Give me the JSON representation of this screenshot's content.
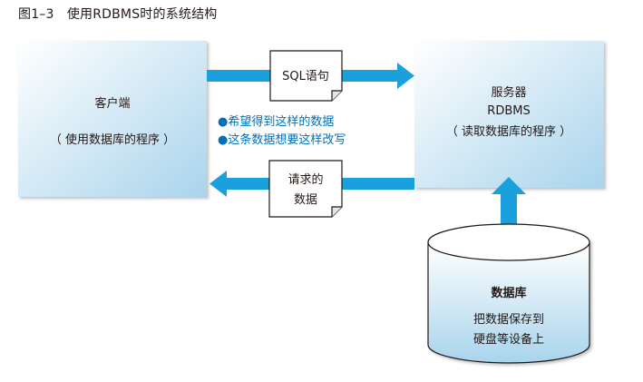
{
  "figure": {
    "title": "图1–3　使用RDBMS时的系统结构"
  },
  "client": {
    "name": "客户端",
    "description": "（ 使用数据库的程序 ）"
  },
  "server": {
    "name": "服务器",
    "software": "RDBMS",
    "description": "（ 读取数据库的程序 ）"
  },
  "request_doc": {
    "label": "SQL语句"
  },
  "response_doc": {
    "line1": "请求的",
    "line2": "数据"
  },
  "notes": {
    "bullet": "●",
    "item1": "希望得到这样的数据",
    "item2": "这条数据想要这样改写"
  },
  "database": {
    "name": "数据库",
    "line1": "把数据保存到",
    "line2": "硬盘等设备上"
  },
  "colors": {
    "arrow": "#1aa0dc",
    "box_top": "#ffffff",
    "box_bottom": "#b9ddef",
    "note_text": "#0070b8"
  }
}
